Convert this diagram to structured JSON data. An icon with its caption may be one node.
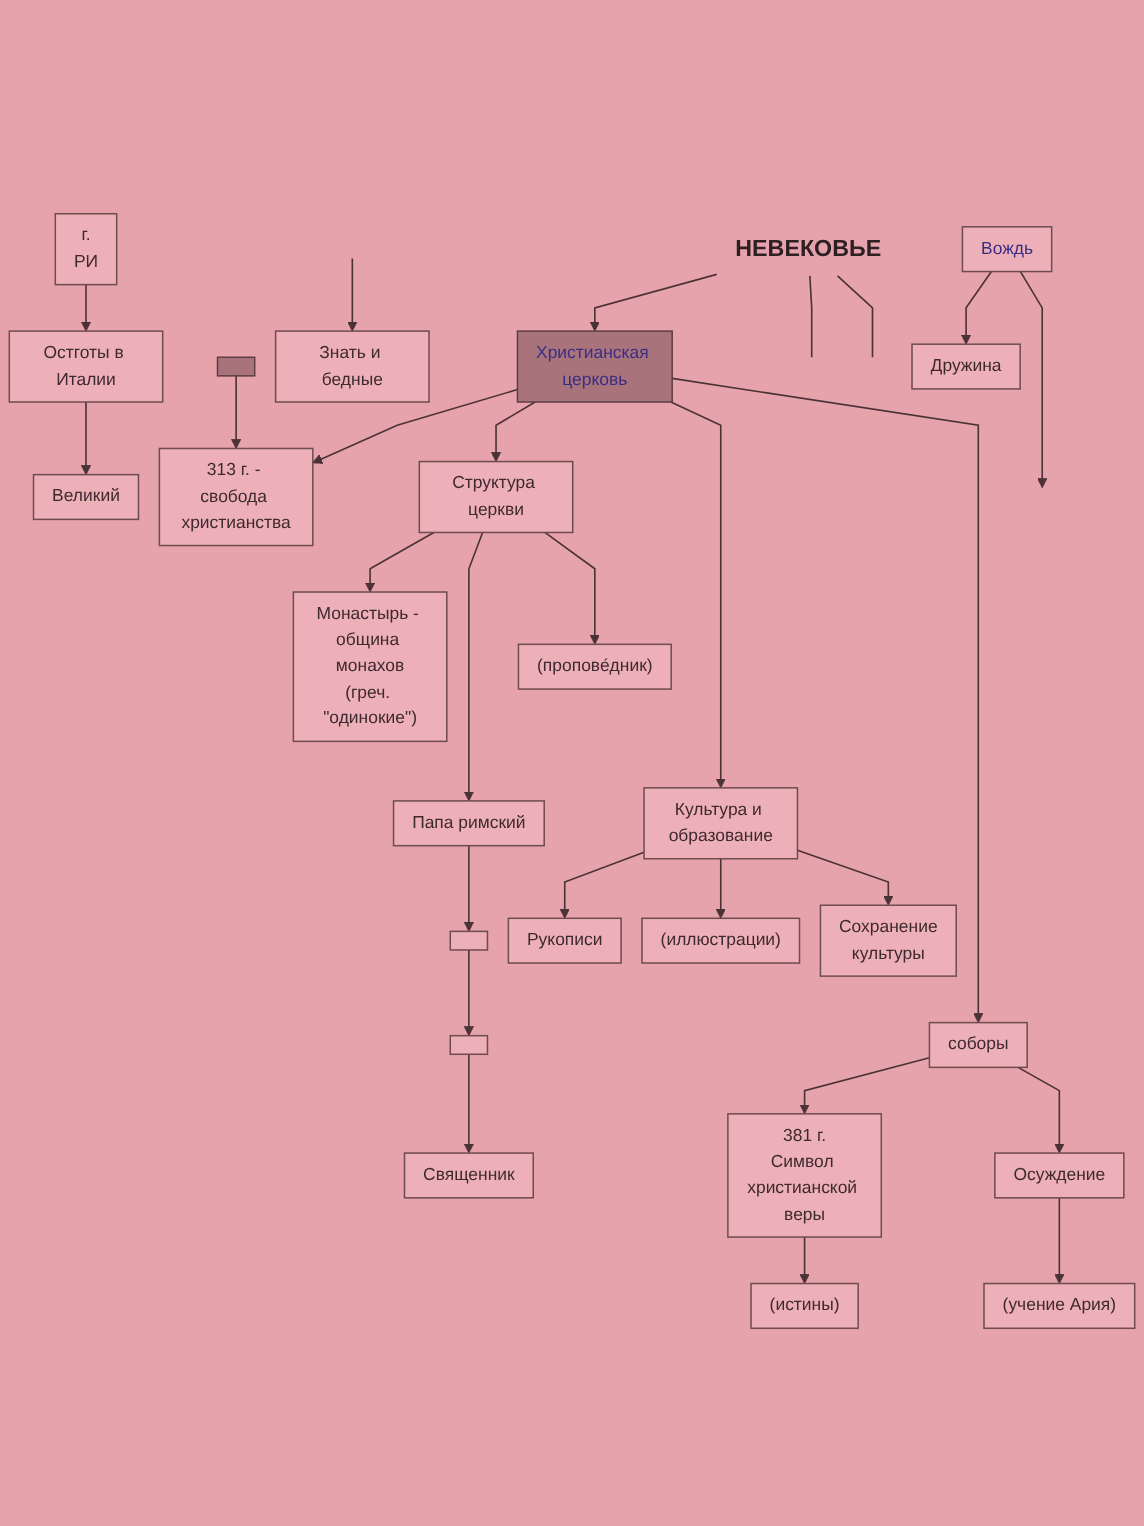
{
  "diagram": {
    "nodes": [
      {
        "text": [
          "г.",
          "РИ"
        ]
      },
      {
        "text": [
          "Остготы в Италии"
        ]
      },
      {
        "text": [
          "Монастырь - община монахов",
          "(греч. \"одинокие\")"
        ]
      },
      {
        "text": [
          "Папа римский"
        ]
      },
      {
        "text": [],
        "shape": "box"
      },
      {
        "text": [
          "Великий"
        ]
      },
      {
        "text": [],
        "shape": "box"
      },
      {
        "text": [
          "Структура церкви"
        ]
      },
      {
        "text": [],
        "shape": "box"
      },
      {
        "text": [
          "313 г. - свобода христианства"
        ]
      },
      {
        "text": [
          "Священник"
        ]
      },
      {
        "text": [
          "(пропове́дник)"
        ]
      },
      {
        "text": [
          "НЕВЕКОВЬЕ"
        ]
      },
      {
        "text": [
          "Христианская церковь"
        ]
      },
      {
        "text": [
          "(истины)"
        ]
      },
      {
        "text": [
          "Вождь"
        ]
      },
      {
        "text": [
          "Культура и образование"
        ]
      },
      {
        "text": [
          "соборы"
        ]
      },
      {
        "text": [
          "381 г.",
          "Символ христианской веры"
        ]
      },
      {
        "text": [
          "Дружина"
        ]
      },
      {
        "text": [
          "Осуждение"
        ]
      },
      {
        "text": [
          "Рукописи"
        ]
      },
      {
        "text": [
          "Сохранение",
          "культуры"
        ]
      },
      {
        "text": [
          "Знать и бедные"
        ]
      },
      {
        "text": [
          "(иллюстрации)"
        ]
      },
      {
        "text": [
          "(учение Ария)"
        ]
      }
    ],
    "edges": [
      {
        "from": 0,
        "to": 1,
        "arrow": "to"
      },
      {
        "from": 1,
        "to": 5,
        "arrow": "to"
      },
      {
        "from": 7,
        "to": 2,
        "arrow": "to"
      },
      {
        "from": 7,
        "to": 3,
        "arrow": "to"
      },
      {
        "from": 3,
        "to": 6,
        "arrow": "to"
      },
      {
        "from": 4,
        "to": 9,
        "arrow": "to"
      },
      {
        "from": 6,
        "to": 8,
        "arrow": "to"
      },
      {
        "from": 8,
        "to": 10,
        "arrow": "to"
      },
      {
        "from": 13,
        "to": 9,
        "arrow": "to"
      },
      {
        "from": 13,
        "to": 7,
        "arrow": "to"
      },
      {
        "from": 7,
        "to": 11,
        "arrow": "to"
      },
      {
        "from": 12,
        "to": 13,
        "arrow": "to"
      },
      {
        "from": 12,
        "to": null,
        "arrow": "none"
      },
      {
        "from": 12,
        "to": null,
        "arrow": "none"
      },
      {
        "from": 13,
        "to": 16,
        "arrow": "to"
      },
      {
        "from": 13,
        "to": 17,
        "arrow": "to"
      },
      {
        "from": 18,
        "to": 14,
        "arrow": "to"
      },
      {
        "from": 17,
        "to": 18,
        "arrow": "to"
      },
      {
        "from": 15,
        "to": 19,
        "arrow": "to"
      },
      {
        "from": 15,
        "to": null,
        "arrow": "to"
      },
      {
        "from": 17,
        "to": 20,
        "arrow": "to"
      },
      {
        "from": 16,
        "to": 21,
        "arrow": "to"
      },
      {
        "from": 16,
        "to": 24,
        "arrow": "to"
      },
      {
        "from": 16,
        "to": 22,
        "arrow": "to"
      },
      {
        "from": 20,
        "to": 25,
        "arrow": "to"
      },
      {
        "from": null,
        "to": 23,
        "arrow": "to"
      }
    ]
  }
}
